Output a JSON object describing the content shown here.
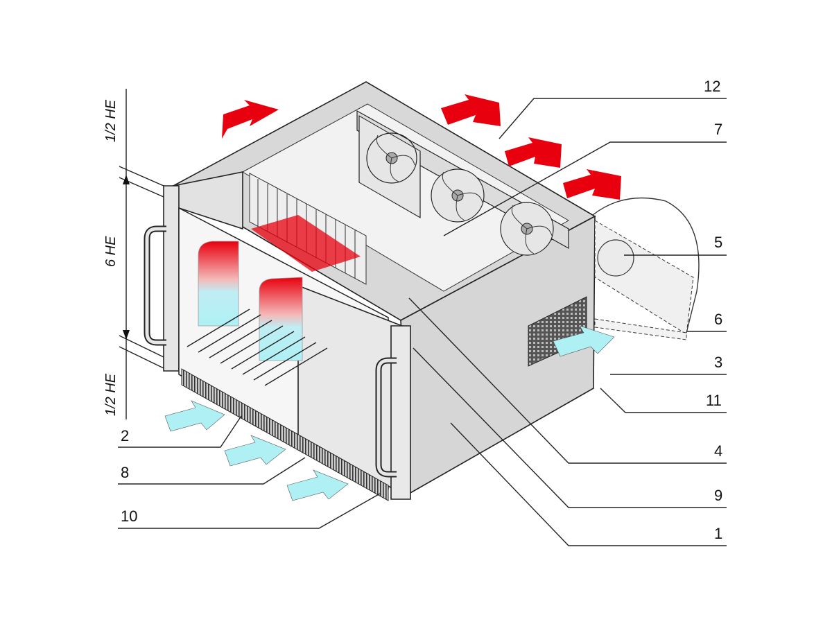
{
  "callouts": {
    "c1": "1",
    "c2": "2",
    "c3": "3",
    "c4": "4",
    "c5": "5",
    "c6": "6",
    "c7": "7",
    "c8": "8",
    "c9": "9",
    "c10": "10",
    "c11": "11",
    "c12": "12"
  },
  "dimensions": {
    "top_half": "1/2 HE",
    "main": "6 HE",
    "bottom_half": "1/2 HE"
  },
  "colors": {
    "exhaust_arrow": "#e8000e",
    "intake_arrow": "#aef0f4",
    "panel_light": "#e4e4e4",
    "panel_mid": "#d2d2d2"
  }
}
